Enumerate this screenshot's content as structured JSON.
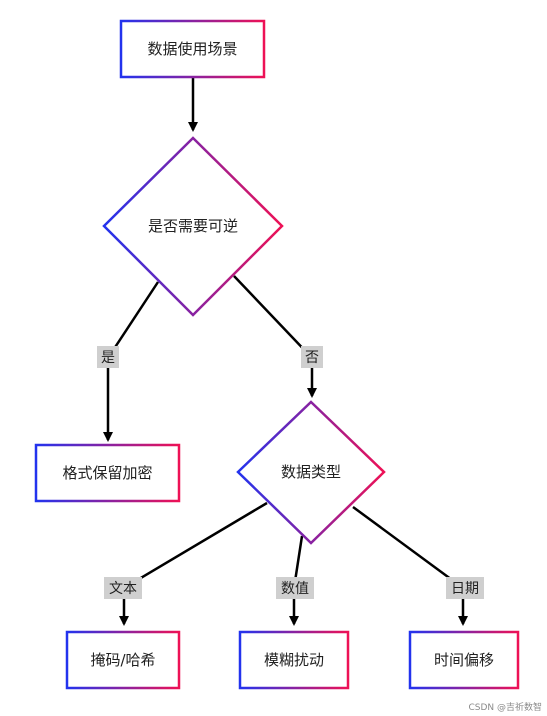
{
  "nodes": {
    "scenario": "数据使用场景",
    "reversible": "是否需要可逆",
    "fpe": "格式保留加密",
    "data_type": "数据类型",
    "masking": "掩码/哈希",
    "perturbation": "模糊扰动",
    "time_shift": "时间偏移"
  },
  "edges": {
    "yes": "是",
    "no": "否",
    "text": "文本",
    "numeric": "数值",
    "date": "日期"
  },
  "watermark": "CSDN @吉祈数智",
  "colors": {
    "gradient_start": "#2233ee",
    "gradient_end": "#ee1155",
    "edge": "#000000",
    "label_bg": "#cfcfcf"
  }
}
